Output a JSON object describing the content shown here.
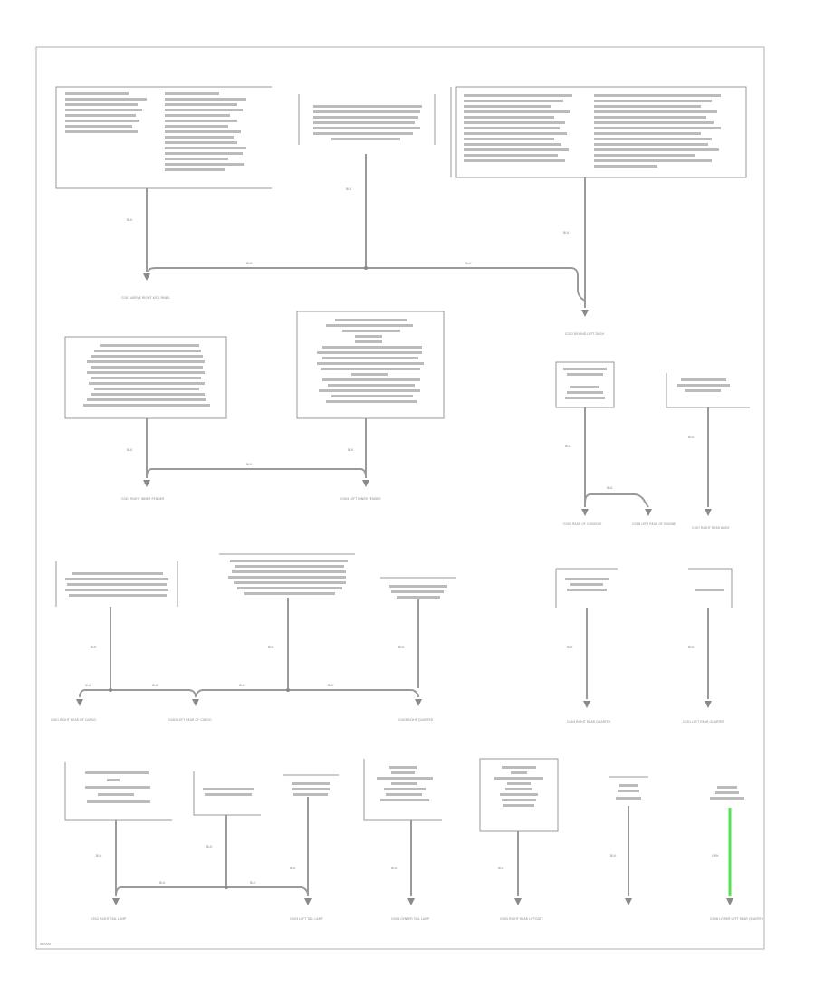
{
  "title": "",
  "labels": {
    "w1": "BLK",
    "w2": "BLK",
    "w3": "BLK",
    "w4": "BLK",
    "w5": "BLK",
    "w6": "BLK",
    "w7": "BLK",
    "w8": "BLK",
    "w9": "BLK",
    "w10": "BLK",
    "w11": "BLK",
    "w12": "BLK",
    "w13": "BLK",
    "w14": "BLK",
    "w15": "BLK",
    "w16": "BLK",
    "w17": "BLK",
    "w18": "BLK",
    "w19": "BLK",
    "w20": "BLK",
    "w21": "BLK",
    "w22": "BLK",
    "w23": "BLK",
    "w24": "BLK",
    "w25": "BLK",
    "w26": "BLK",
    "w27": "BLK",
    "w28": "BLK",
    "w29": "BLK",
    "w30": "BLK",
    "w31": "BLK",
    "w32": "BLK",
    "w33": "GRN"
  },
  "ground_labels": {
    "g1": "G301 ABOVE RIGHT KICK PANEL",
    "g2": "G302 BEHIND LEFT DASH",
    "g3": "G303 RIGHT INNER FENDER",
    "g4": "G304 LEFT INNER FENDER",
    "g5": "G305 REAR OF CONSOLE",
    "g6": "G306 LEFT REAR OF ENGINE",
    "g7": "G307 RIGHT REAR BODY",
    "g8": "G401 RIGHT REAR OF CARGO",
    "g9": "G402 LEFT REAR OF CARGO",
    "g10": "G403 RIGHT QUARTER",
    "g11": "G404 RIGHT REAR QUARTER",
    "g12": "G501 LEFT REAR QUARTER",
    "g13": "G502 RIGHT TAIL LAMP",
    "g14": "G503 LEFT TAIL LAMP",
    "g15": "G504 CENTER TAIL LAMP",
    "g16": "G505 RIGHT REAR LIFTGATE",
    "g17": "G506 LOWER LEFT REAR QUARTER"
  },
  "footer": "W0000"
}
